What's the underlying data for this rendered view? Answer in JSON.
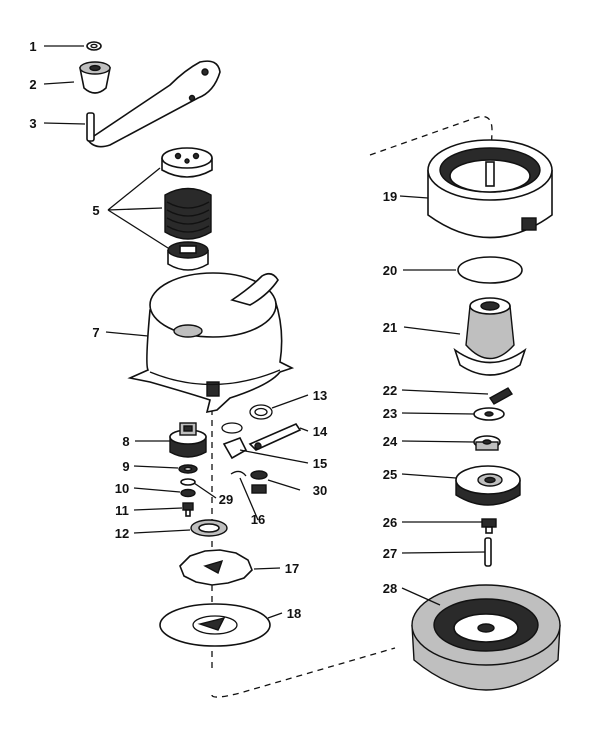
{
  "parts": [
    {
      "id": "p1",
      "label": "1",
      "name": "washer"
    },
    {
      "id": "p2",
      "label": "2",
      "name": "crank-knob"
    },
    {
      "id": "p3",
      "label": "3",
      "name": "crank-arm-pin"
    },
    {
      "id": "p5",
      "label": "5",
      "name": "spring-assembly"
    },
    {
      "id": "p7",
      "label": "7",
      "name": "housing"
    },
    {
      "id": "p8",
      "label": "8",
      "name": "gear"
    },
    {
      "id": "p9",
      "label": "9",
      "name": "washer"
    },
    {
      "id": "p10",
      "label": "10",
      "name": "washer"
    },
    {
      "id": "p11",
      "label": "11",
      "name": "screw"
    },
    {
      "id": "p12",
      "label": "12",
      "name": "washer"
    },
    {
      "id": "p13",
      "label": "13",
      "name": "spring"
    },
    {
      "id": "p14",
      "label": "14",
      "name": "lever"
    },
    {
      "id": "p15",
      "label": "15",
      "name": "pawl"
    },
    {
      "id": "p16",
      "label": "16",
      "name": "clip"
    },
    {
      "id": "p17",
      "label": "17",
      "name": "star-plate"
    },
    {
      "id": "p18",
      "label": "18",
      "name": "base-plate"
    },
    {
      "id": "p19",
      "label": "19",
      "name": "ring-gear-housing"
    },
    {
      "id": "p20",
      "label": "20",
      "name": "o-ring"
    },
    {
      "id": "p21",
      "label": "21",
      "name": "cylinder"
    },
    {
      "id": "p22",
      "label": "22",
      "name": "pin"
    },
    {
      "id": "p23",
      "label": "23",
      "name": "washer"
    },
    {
      "id": "p24",
      "label": "24",
      "name": "small-gear"
    },
    {
      "id": "p25",
      "label": "25",
      "name": "hub"
    },
    {
      "id": "p26",
      "label": "26",
      "name": "screw"
    },
    {
      "id": "p27",
      "label": "27",
      "name": "pin"
    },
    {
      "id": "p28",
      "label": "28",
      "name": "wheel"
    },
    {
      "id": "p29",
      "label": "29",
      "name": "washer"
    },
    {
      "id": "p30",
      "label": "30",
      "name": "nut"
    }
  ]
}
